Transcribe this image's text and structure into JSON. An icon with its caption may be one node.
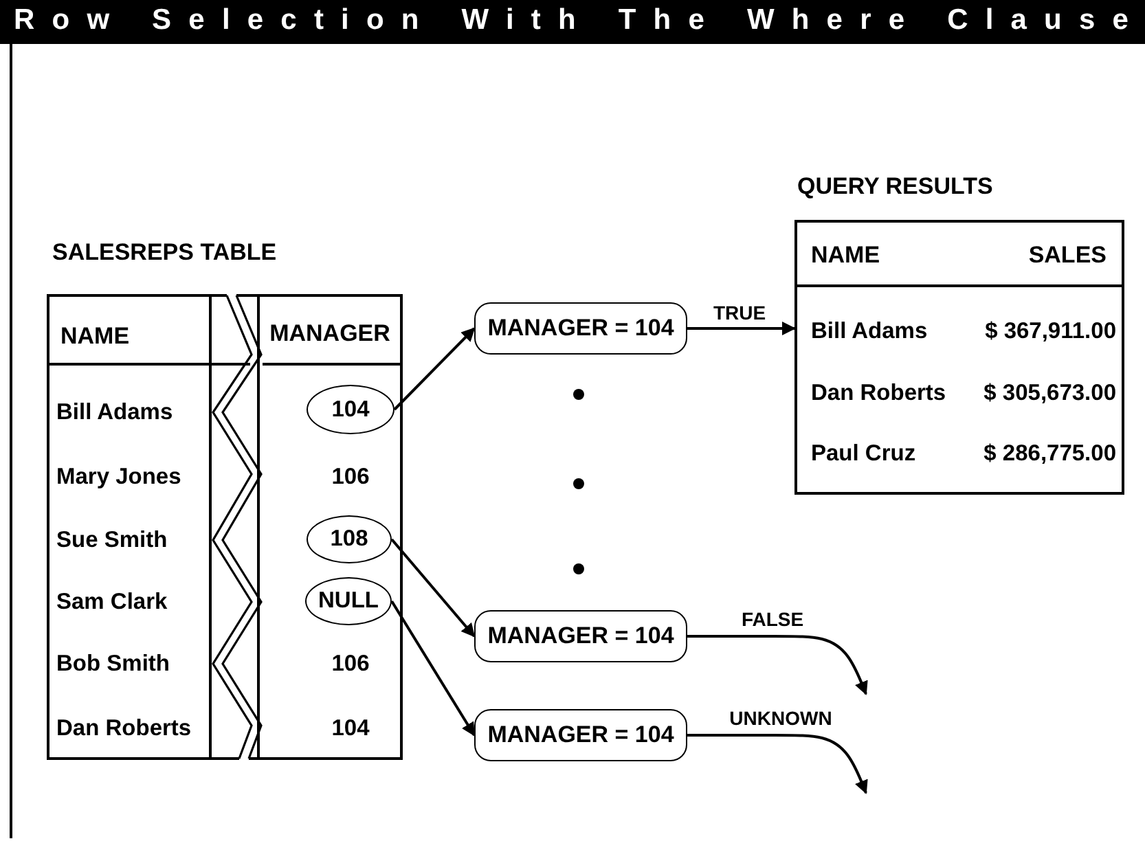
{
  "diagram": {
    "title": "Row Selection With The Where Clause",
    "nodes": [
      {
        "text": [
          "SALESREPS TABLE"
        ]
      },
      {
        "text": [
          "104"
        ],
        "in": 0
      },
      {
        "text": [
          "108"
        ],
        "in": 0
      },
      {
        "text": [
          "NULL"
        ],
        "in": 0
      },
      {
        "text": [
          "MANAGER = 104"
        ]
      },
      {
        "text": [
          "MANAGER = 104"
        ]
      },
      {
        "text": [
          "MANAGER = 104"
        ]
      },
      {
        "text": [
          "QUERY RESULTS"
        ]
      }
    ],
    "edges": [
      {
        "from": 1,
        "to": 4,
        "arrow": "to"
      },
      {
        "from": 4,
        "to": 7,
        "arrow": "to",
        "label": "TRUE"
      },
      {
        "from": 2,
        "to": 5,
        "arrow": "to"
      },
      {
        "from": 3,
        "to": 6,
        "arrow": "to"
      },
      {
        "from": 5,
        "to": null,
        "arrow": "to",
        "label": "FALSE"
      },
      {
        "from": 6,
        "to": null,
        "arrow": "to",
        "label": "UNKNOWN"
      }
    ],
    "labels": [
      "NAME",
      "MANAGER",
      "Bill Adams",
      "Mary Jones",
      "106",
      "Sue Smith",
      "Sam Clark",
      "Bob Smith",
      "106",
      "Dan Roberts",
      "104",
      "NAME",
      "SALES",
      "Bill Adams",
      "$ 367,911.00",
      "Dan Roberts",
      "$ 305,673.00",
      "Paul Cruz",
      "$ 286,775.00"
    ]
  }
}
